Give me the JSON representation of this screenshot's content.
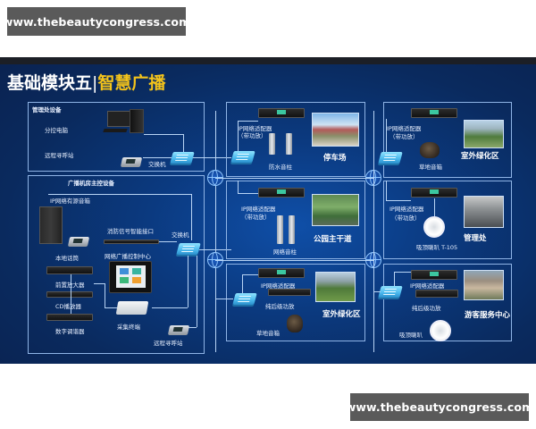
{
  "watermarks": {
    "top": "www.thebeautycongress.com",
    "bottom": "www.thebeautycongress.com"
  },
  "colors": {
    "background_blue": "#0b3a80",
    "title_white": "#ffffff",
    "title_accent": "#f3c31b",
    "line": "#b8d4f5",
    "switch": "#4ab8ec"
  },
  "title": {
    "part1": "基础模块五",
    "separator": "|",
    "part2": "智慧广播"
  },
  "management": {
    "heading": "管理处设备",
    "pc_label": "分控电脑",
    "remote_station_label": "远程寻呼站",
    "switch_label": "交换机"
  },
  "control_room": {
    "heading": "广播机房主控设备",
    "ip_speaker_label": "IP网络有源音箱",
    "local_paging_label": "本地话筒",
    "fire_interface_label": "消防信号智能接口",
    "control_center_label": "网络广播控制中心",
    "switch_label": "交换机",
    "preamp_label": "前置放大器",
    "cd_player_label": "CD播放器",
    "tuner_label": "数字调谐器",
    "capture_terminal_label": "采集终端",
    "remote_station_label": "远程寻呼站"
  },
  "zones": [
    {
      "name": "停车场",
      "adapter_label": "IP网络适配器",
      "adapter_sub": "（带功放）",
      "speaker_label": "防水音柱"
    },
    {
      "name": "公园主干道",
      "adapter_label": "IP网络适配器",
      "adapter_sub": "（带功放）",
      "speaker_label": "网络音柱"
    },
    {
      "name": "室外绿化区",
      "adapter_label": "IP网络适配器",
      "amp_label": "纯后级功放",
      "speaker_label": "草地音箱"
    },
    {
      "name": "室外绿化区",
      "adapter_label": "IP网络适配器",
      "adapter_sub": "（带功放）",
      "speaker_label": "草地音箱"
    },
    {
      "name": "管理处",
      "adapter_label": "IP网络适配器",
      "adapter_sub": "（带功放）",
      "speaker_label": "吸顶喇叭 T-105"
    },
    {
      "name": "游客服务中心",
      "adapter_label": "IP网络适配器",
      "amp_label": "纯后级功放",
      "speaker_label": "吸顶喇叭"
    }
  ]
}
